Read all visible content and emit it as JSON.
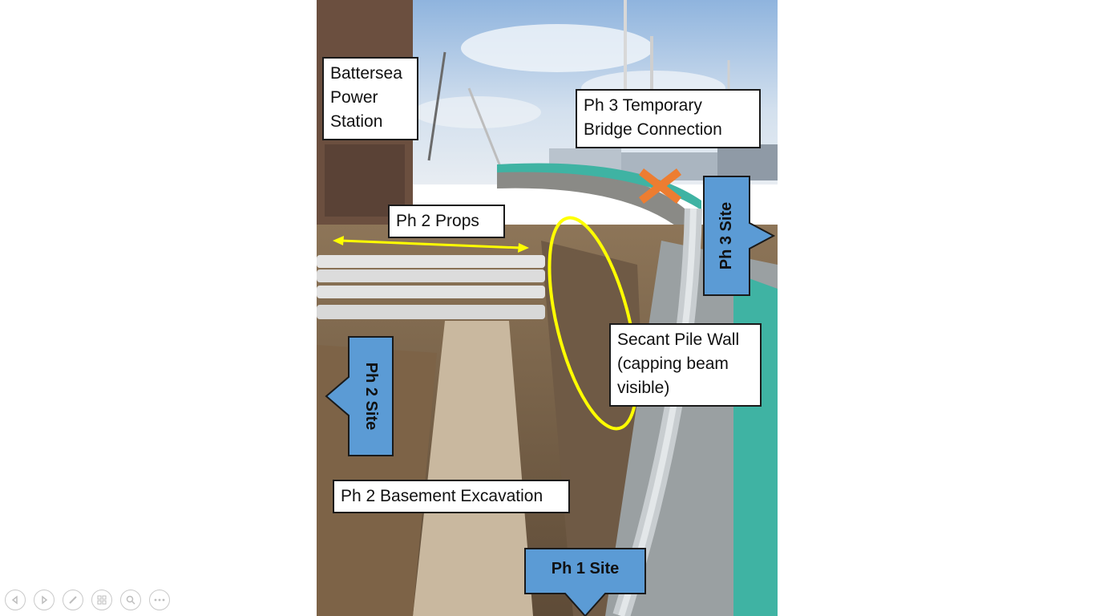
{
  "slide": {
    "labels": {
      "battersea_line1": "Battersea",
      "battersea_line2": "Power",
      "battersea_line3": "Station",
      "ph3_bridge_line1": "Ph 3 Temporary",
      "ph3_bridge_line2": "Bridge Connection",
      "ph2_props": "Ph 2 Props",
      "secant_line1": "Secant Pile Wall",
      "secant_line2": "(capping beam",
      "secant_line3": "visible)",
      "ph2_basement": "Ph 2 Basement Excavation"
    },
    "site_tags": {
      "ph3": "Ph 3 Site",
      "ph2": "Ph 2 Site",
      "ph1": "Ph 1 Site"
    },
    "colors": {
      "site_blue": "#5b9bd5",
      "highlight_yellow": "#ffff00",
      "marker_orange": "#ed7d31"
    }
  },
  "toolbar": {
    "buttons": [
      {
        "icon": "previous-arrow-icon"
      },
      {
        "icon": "next-arrow-icon"
      },
      {
        "icon": "pen-icon"
      },
      {
        "icon": "slides-grid-icon"
      },
      {
        "icon": "zoom-icon"
      },
      {
        "icon": "more-options-icon"
      }
    ]
  }
}
